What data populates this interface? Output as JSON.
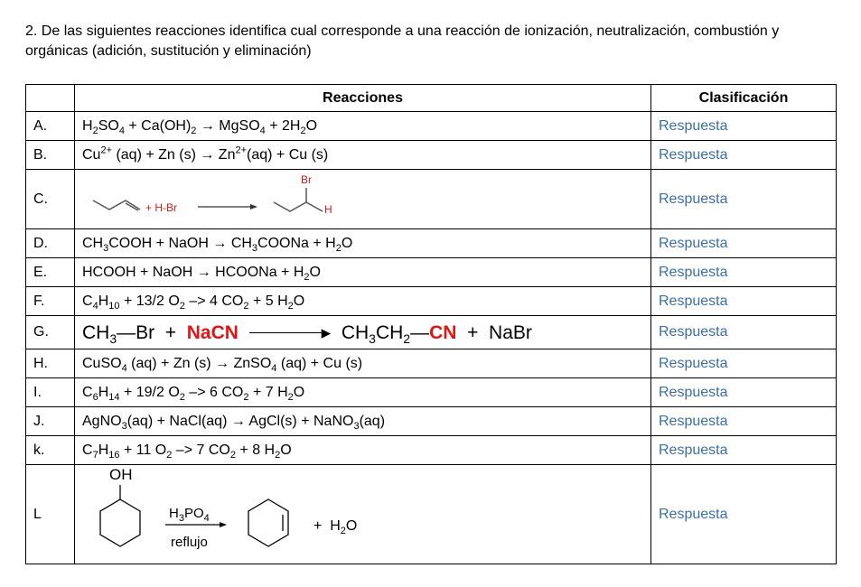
{
  "prompt": "2. De las siguientes reacciones identifica cual corresponde a una reacción de ionización, neutralización, combustión y orgánicas (adición, sustitución y eliminación)",
  "headers": {
    "reacciones": "Reacciones",
    "clasificacion": "Clasificación"
  },
  "answer_label": "Respuesta",
  "rows": [
    {
      "label": "A."
    },
    {
      "label": "B."
    },
    {
      "label": "C.",
      "reagent": "+ H-Br",
      "br": "Br",
      "h": "H"
    },
    {
      "label": "D."
    },
    {
      "label": "E."
    },
    {
      "label": "F."
    },
    {
      "label": "G.",
      "ch3": "CH",
      "br_text": "Br",
      "plus": "+",
      "nacn": "NaCN",
      "cn": "CN",
      "nabr": "NaBr"
    },
    {
      "label": "H."
    },
    {
      "label": "I."
    },
    {
      "label": "J."
    },
    {
      "label": "k."
    },
    {
      "label": "L",
      "oh": "OH",
      "catalyst": "H3PO4",
      "condition": "reflujo",
      "water": "+ H2O"
    }
  ],
  "colors": {
    "answer": "#3b6ea5",
    "highlight": "#e01515"
  }
}
